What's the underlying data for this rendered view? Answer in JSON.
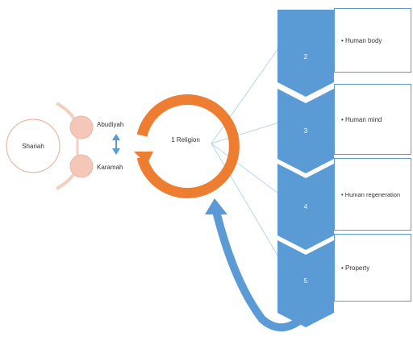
{
  "center": {
    "label": "Shariah"
  },
  "rings": {
    "top_label": "Abudiyah",
    "bottom_label": "Karamah"
  },
  "cycle": {
    "label": "1 Religion"
  },
  "items": [
    {
      "number": "2",
      "text": "Human body"
    },
    {
      "number": "3",
      "text": "Human mind"
    },
    {
      "number": "4",
      "text": "Human regeneration"
    },
    {
      "number": "5",
      "text": "Property"
    }
  ],
  "colors": {
    "blue": "#5b9bd5",
    "orange": "#ed7d31",
    "pink": "#f4c7b8",
    "ring_stroke": "#e8b9a6",
    "connector": "#a9cbe8"
  }
}
